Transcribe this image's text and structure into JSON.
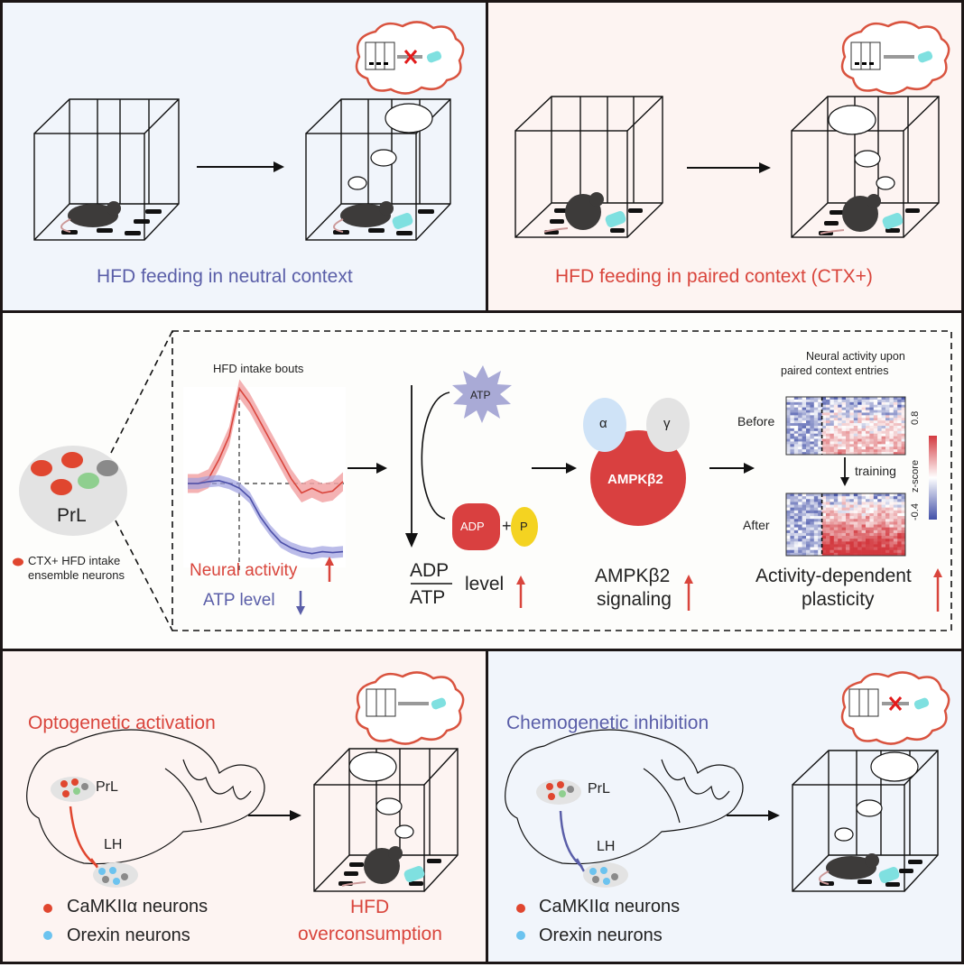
{
  "panels": {
    "top_left": {
      "caption": "HFD feeding in neutral context",
      "thought": "context–HFD association blocked"
    },
    "top_right": {
      "caption": "HFD feeding in paired context (CTX+)",
      "thought": "context–HFD association"
    },
    "middle": {
      "prl_label": "PrL",
      "legend_label_line1": "CTX+ HFD intake",
      "legend_label_line2": "ensemble neurons",
      "plot_title": "HFD intake bouts",
      "neural_activity_label": "Neural activity",
      "atp_level_label": "ATP level",
      "atp_star": "ATP",
      "adp_pill": "ADP",
      "plus": "+",
      "p_pill": "P",
      "ratio_numerator": "ADP",
      "ratio_denominator": "ATP",
      "ratio_suffix": "level",
      "alpha": "α",
      "gamma": "γ",
      "ampk_label": "AMPKβ2",
      "ampk_signal_line1": "AMPKβ2",
      "ampk_signal_line2": "signaling",
      "heatmap_title_line1": "Neural activity upon",
      "heatmap_title_line2": "paired context entries",
      "before_label": "Before",
      "after_label": "After",
      "training_label": "training",
      "colorbar_label": "z-score",
      "colorbar_min": "-0.4",
      "colorbar_max": "0.8",
      "plasticity_line1": "Activity-dependent",
      "plasticity_line2": "plasticity"
    },
    "bottom_left": {
      "title": "Optogenetic activation",
      "prl": "PrL",
      "lh": "LH",
      "legend1": "CaMKIIα neurons",
      "legend2": "Orexin neurons",
      "outcome_line1": "HFD",
      "outcome_line2": "overconsumption"
    },
    "bottom_right": {
      "title": "Chemogenetic inhibition",
      "prl": "PrL",
      "lh": "LH",
      "legend1": "CaMKIIα neurons",
      "legend2": "Orexin neurons"
    }
  },
  "colors": {
    "red": "#d9453c",
    "blue": "#5a5ea8",
    "neuron_red": "#e0462f",
    "neuron_green": "#8fcf8f",
    "neuron_gray": "#8a8a8a",
    "orexin_blue": "#6cc3ef",
    "ampk_red": "#d94040",
    "alpha_blue": "#cfe3f7",
    "gamma_gray": "#e3e3e3",
    "atp_star": "#a9aad6",
    "p_yellow": "#f4d321",
    "hfd_cyan": "#7fe0e0"
  },
  "chart_data": [
    {
      "type": "line",
      "title": "HFD intake bouts",
      "xlabel": "",
      "ylabel": "",
      "x": [
        -5,
        -4,
        -3,
        -2,
        -1,
        0,
        1,
        2,
        3,
        4,
        5,
        6,
        7,
        8,
        9,
        10
      ],
      "series": [
        {
          "name": "Neural activity",
          "values": [
            0,
            0,
            0.05,
            0.25,
            0.5,
            1.0,
            0.85,
            0.65,
            0.45,
            0.25,
            0.05,
            -0.1,
            -0.05,
            -0.1,
            -0.08,
            0.02
          ]
        },
        {
          "name": "ATP level",
          "values": [
            0,
            0,
            0.02,
            0.03,
            0.0,
            -0.05,
            -0.15,
            -0.35,
            -0.5,
            -0.62,
            -0.68,
            -0.72,
            -0.74,
            -0.72,
            -0.73,
            -0.72
          ]
        }
      ],
      "annotations": [
        "event onset at x=0 (vertical dashed)",
        "baseline y=0 (horizontal dashed)"
      ]
    },
    {
      "type": "heatmap",
      "title": "Neural activity upon paired context entries",
      "panels": [
        "Before",
        "After"
      ],
      "colorbar": {
        "label": "z-score",
        "range": [
          -0.4,
          0.8
        ]
      },
      "summary": {
        "Before": "mostly blue/neutral, few warm rows after entry",
        "After": "increased red after entry"
      }
    }
  ]
}
